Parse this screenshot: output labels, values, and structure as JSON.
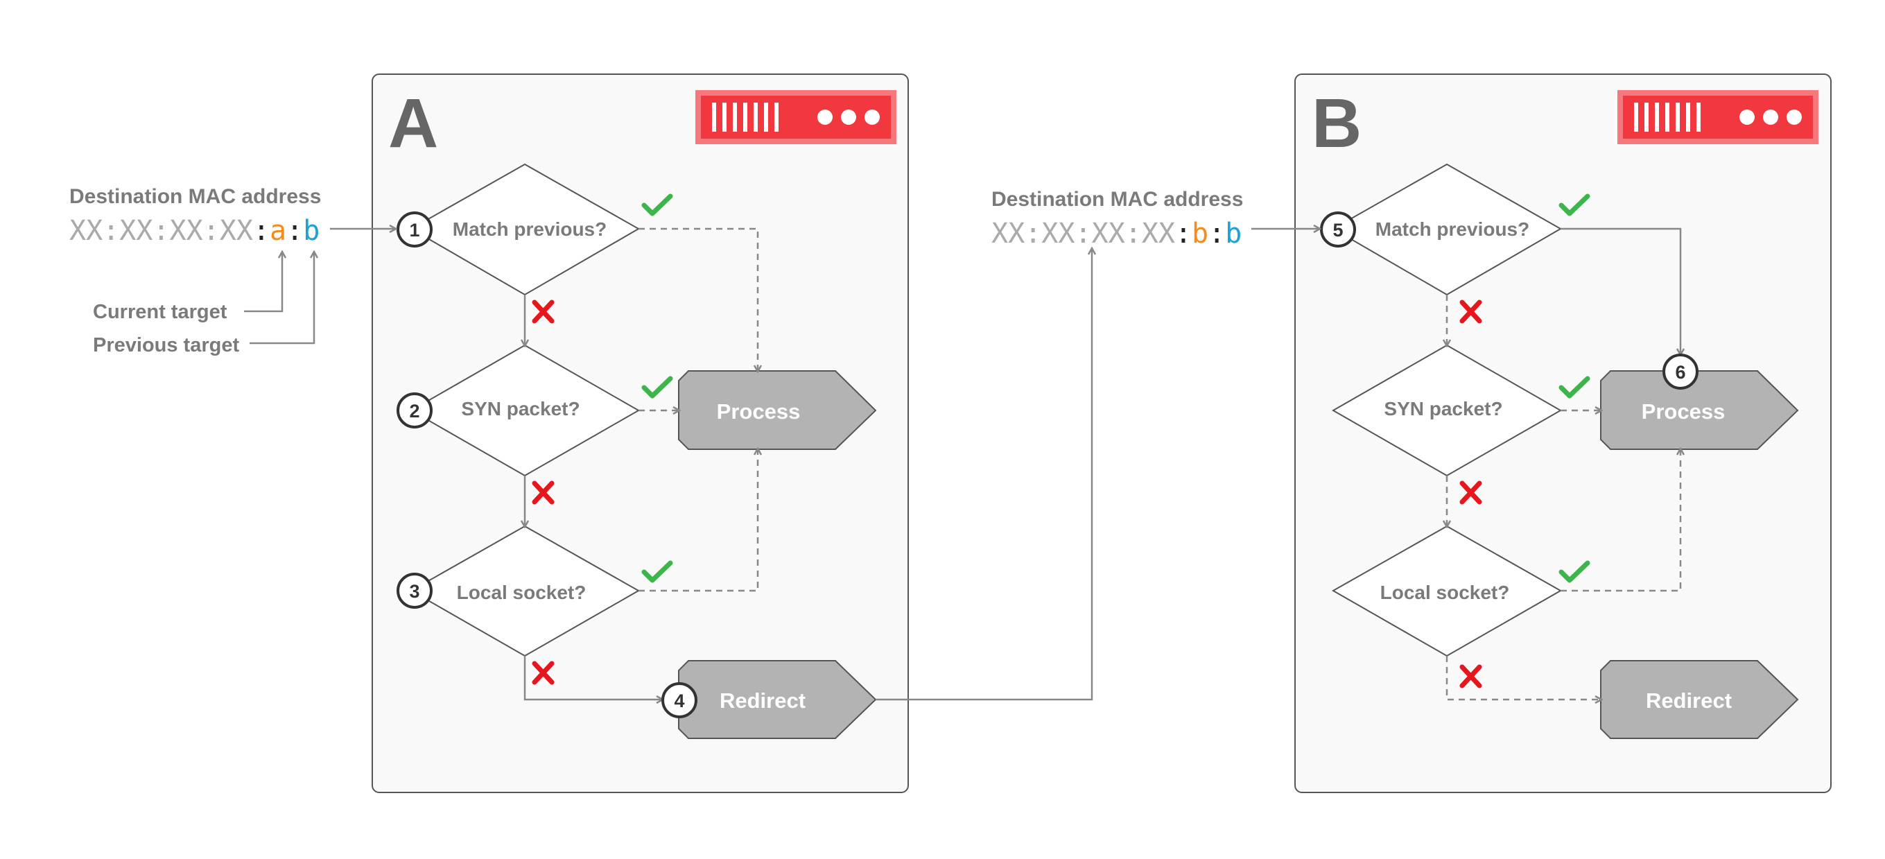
{
  "panels": [
    {
      "letter": "A",
      "mac": {
        "title": "Destination MAC address",
        "prefix": "XX:XX:XX:XX",
        "current": "a",
        "previous": "b"
      },
      "labels": {
        "current_target": "Current target",
        "previous_target": "Previous target"
      },
      "decisions": [
        "Match previous?",
        "SYN packet?",
        "Local socket?"
      ],
      "steps": [
        "1",
        "2",
        "3",
        "4"
      ],
      "boxes": [
        "Process",
        "Redirect"
      ]
    },
    {
      "letter": "B",
      "mac": {
        "title": "Destination MAC address",
        "prefix": "XX:XX:XX:XX",
        "current": "b",
        "previous": "b"
      },
      "decisions": [
        "Match previous?",
        "SYN packet?",
        "Local socket?"
      ],
      "steps": [
        "5",
        "6"
      ],
      "boxes": [
        "Process",
        "Redirect"
      ]
    }
  ],
  "colors": {
    "panel_fill": "#f9f9f9",
    "panel_border": "#555555",
    "server_red": "#f0383e",
    "box_fill": "#b3b3b3",
    "check_green": "#3cb54a",
    "cross_red": "#e5171d",
    "current_orange": "#f28c1c",
    "previous_blue": "#1ea1d8"
  },
  "icons": [
    "server-icon",
    "check-icon",
    "cross-icon",
    "arrow-icon"
  ]
}
